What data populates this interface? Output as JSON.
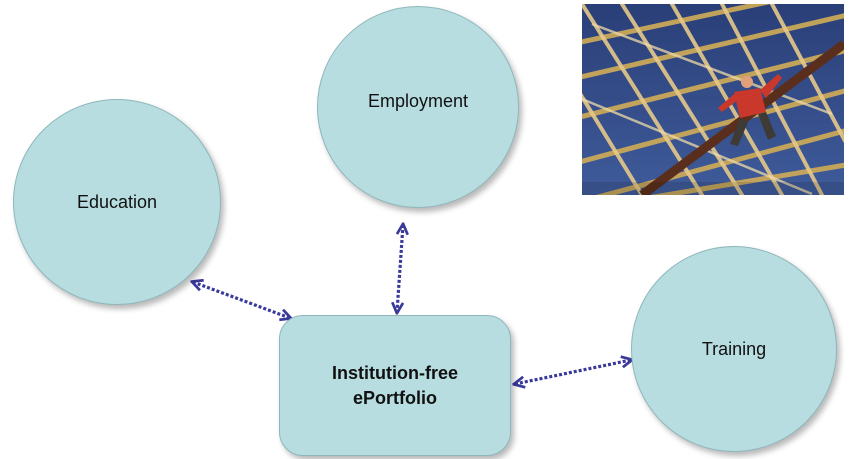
{
  "nodes": {
    "employment": "Employment",
    "education": "Education",
    "training": "Training",
    "center_line1": "Institution-free",
    "center_line2": "ePortfolio"
  },
  "colors": {
    "node_fill": "#b7dde1",
    "node_border": "#8fb7bb",
    "arrow": "#3a3a9a"
  },
  "photo": {
    "icon": "construction-worker-roof-trusses-photo"
  }
}
